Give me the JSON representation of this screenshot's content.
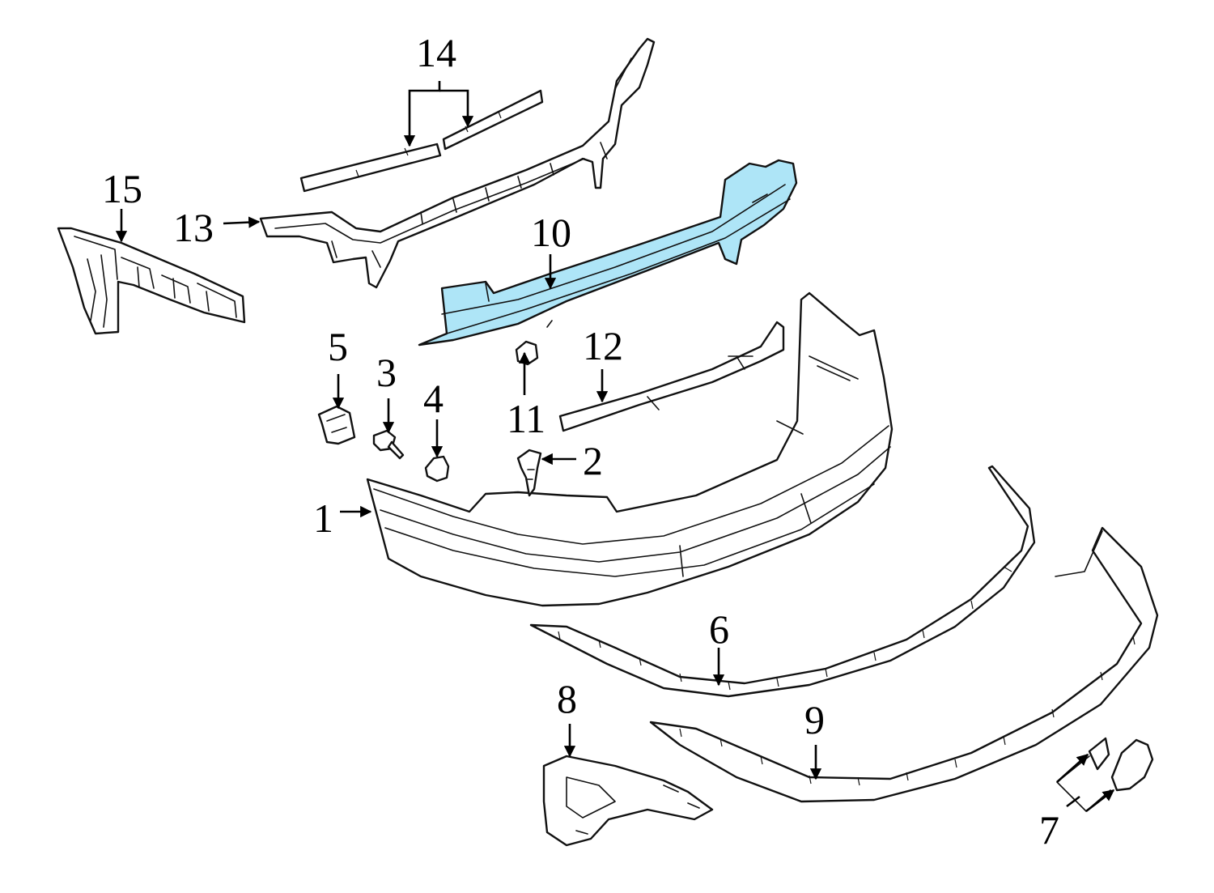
{
  "diagram": {
    "highlight_color": "#aee5f7",
    "line_color": "#111111",
    "background": "#ffffff",
    "callouts": [
      {
        "id": "c1",
        "label": "1"
      },
      {
        "id": "c2",
        "label": "2"
      },
      {
        "id": "c3",
        "label": "3"
      },
      {
        "id": "c4",
        "label": "4"
      },
      {
        "id": "c5",
        "label": "5"
      },
      {
        "id": "c6",
        "label": "6"
      },
      {
        "id": "c7",
        "label": "7"
      },
      {
        "id": "c8",
        "label": "8"
      },
      {
        "id": "c9",
        "label": "9"
      },
      {
        "id": "c10",
        "label": "10"
      },
      {
        "id": "c11",
        "label": "11"
      },
      {
        "id": "c12",
        "label": "12"
      },
      {
        "id": "c13",
        "label": "13"
      },
      {
        "id": "c14",
        "label": "14"
      },
      {
        "id": "c15",
        "label": "15"
      }
    ],
    "highlighted_part": "10"
  }
}
